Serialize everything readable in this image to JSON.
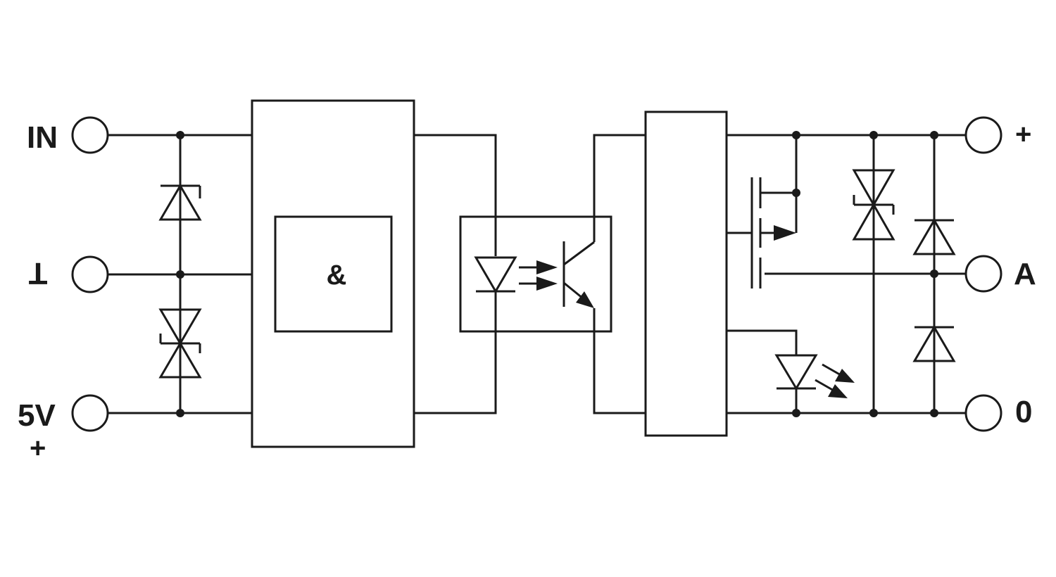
{
  "terminals": {
    "in": "IN",
    "ground": "⊥",
    "supply": "5V",
    "supply_sign": "+",
    "out_plus": "+",
    "out_a": "A",
    "out_zero": "0"
  },
  "logic_block": {
    "gate_symbol": "&"
  },
  "colors": {
    "line": "#1a1a1a",
    "background": "#ffffff"
  }
}
